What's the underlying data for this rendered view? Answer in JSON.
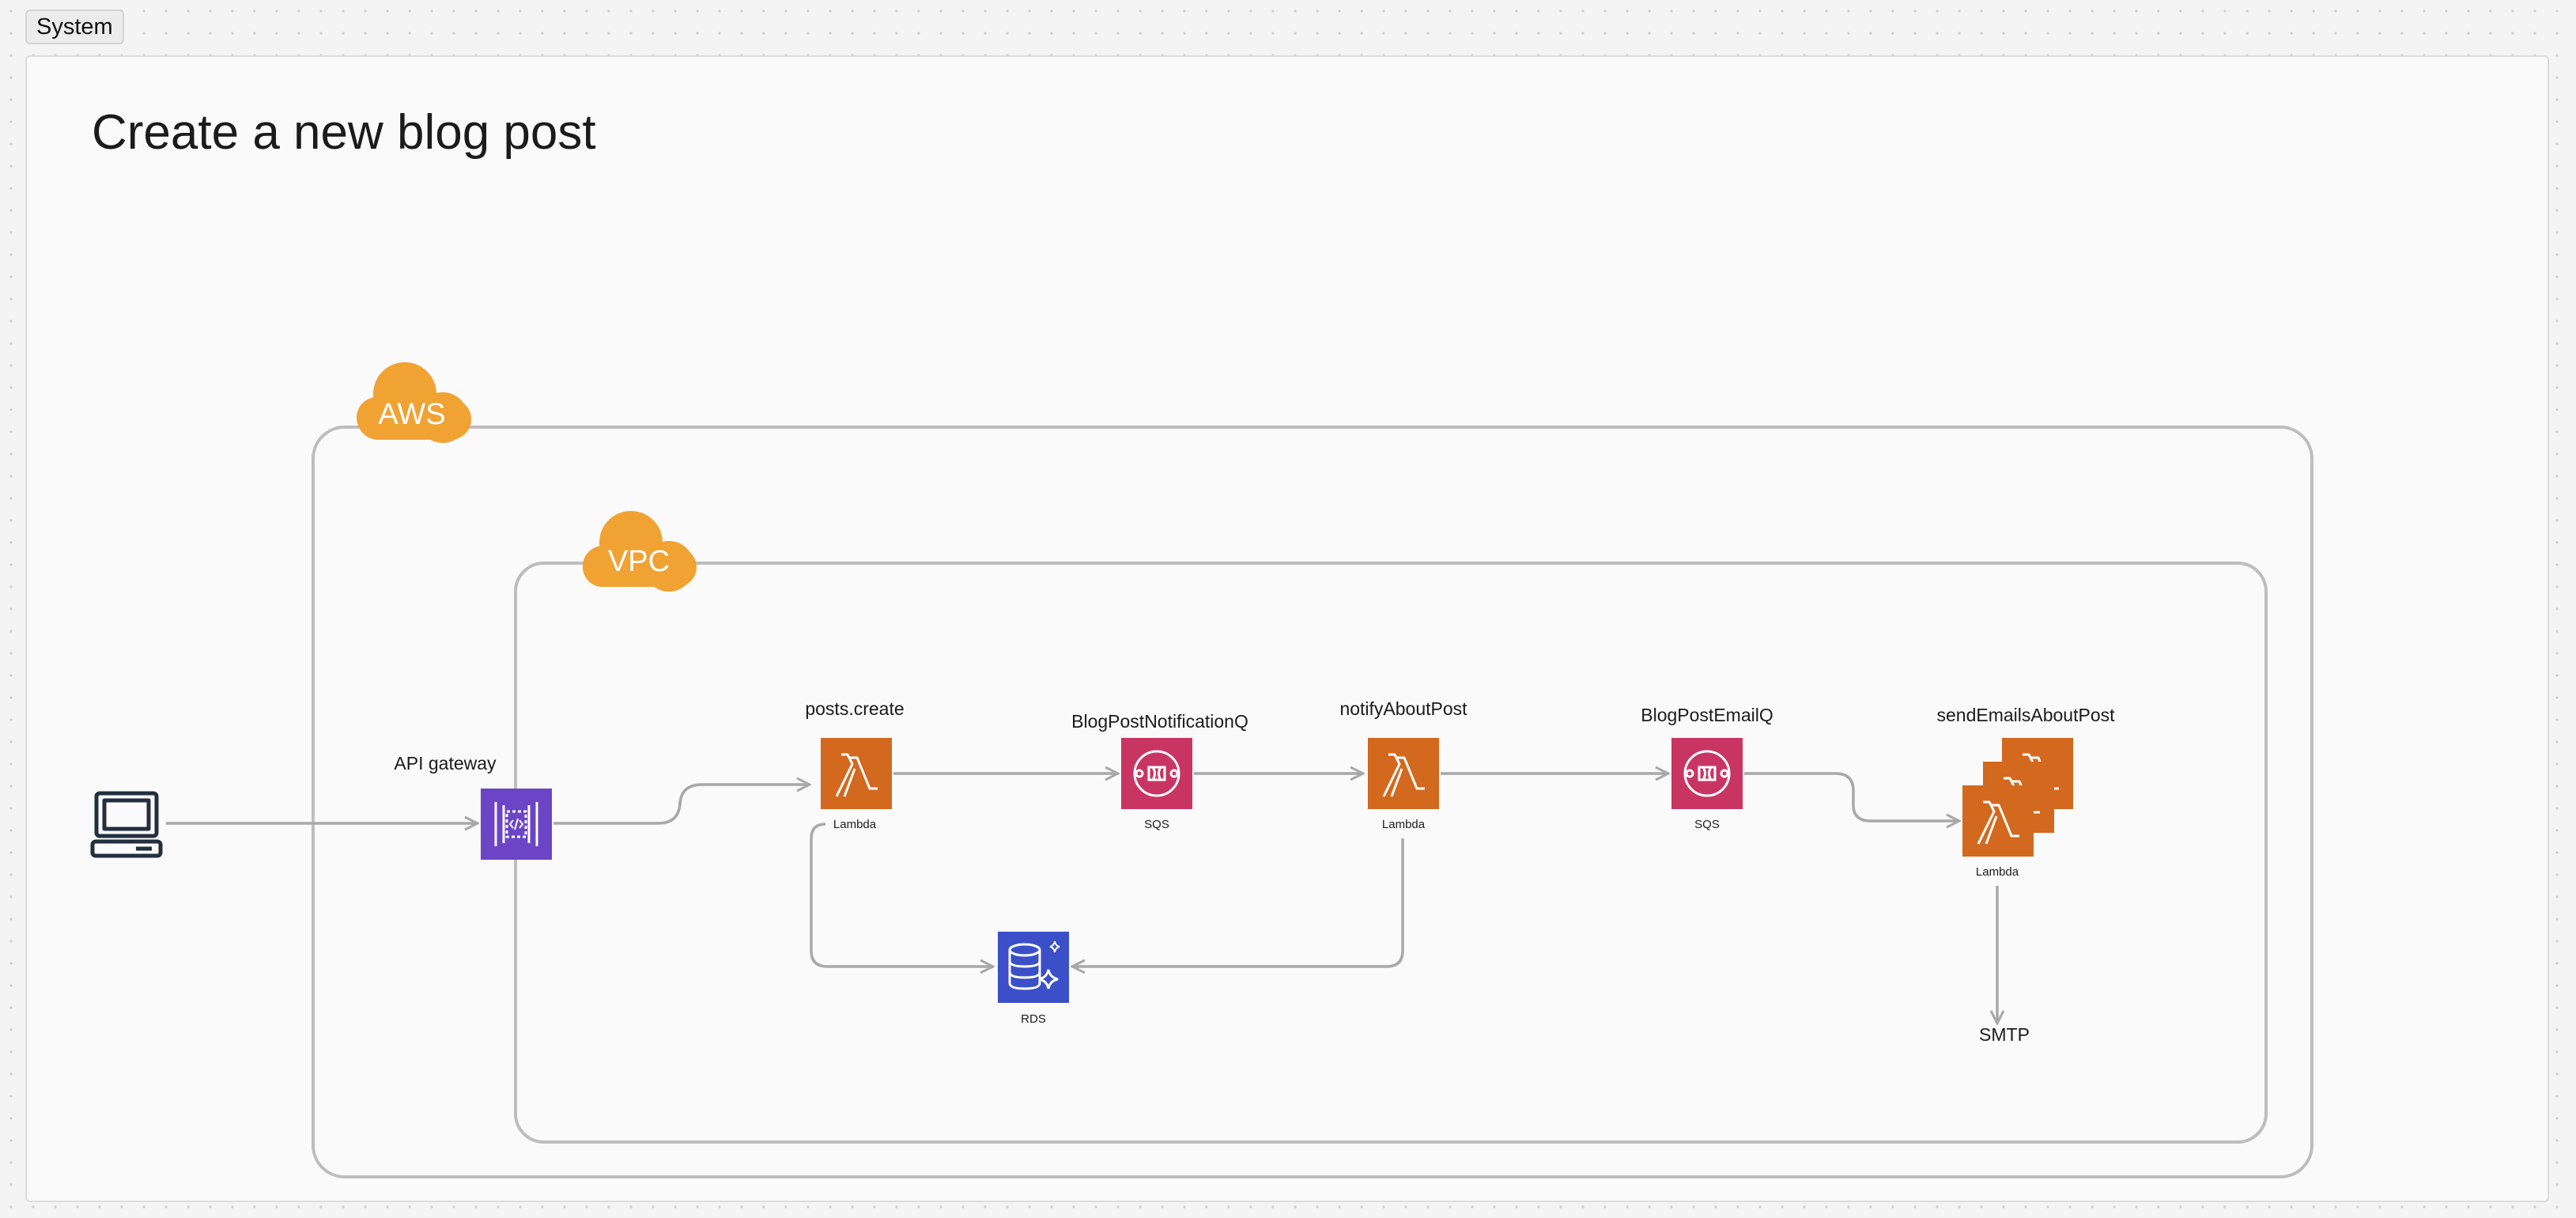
{
  "tab": {
    "label": "System"
  },
  "page": {
    "title": "Create a new blog post"
  },
  "groups": {
    "aws": "AWS",
    "vpc": "VPC"
  },
  "nodes": {
    "api_gateway": {
      "label": "API gateway",
      "icon": "api-gateway-icon"
    },
    "posts_create": {
      "label": "posts.create",
      "service": "Lambda",
      "icon": "lambda-icon"
    },
    "notification_queue": {
      "label": "BlogPostNotificationQ",
      "service": "SQS",
      "icon": "sqs-icon"
    },
    "notify_about_post": {
      "label": "notifyAboutPost",
      "service": "Lambda",
      "icon": "lambda-icon"
    },
    "email_queue": {
      "label": "BlogPostEmailQ",
      "service": "SQS",
      "icon": "sqs-icon"
    },
    "send_emails": {
      "label": "sendEmailsAboutPost",
      "service": "Lambda",
      "icon": "lambda-stack-icon"
    },
    "rds": {
      "service": "RDS",
      "icon": "rds-icon"
    },
    "smtp": {
      "label": "SMTP"
    },
    "client": {
      "icon": "laptop-icon"
    }
  },
  "colors": {
    "lambda": "#d2691f",
    "sqs": "#c93563",
    "api_gateway": "#6b45c6",
    "rds": "#3b4fc9",
    "cloud": "#f0a232",
    "edge": "#a8a8a8",
    "group_border": "#bdbdbd"
  }
}
